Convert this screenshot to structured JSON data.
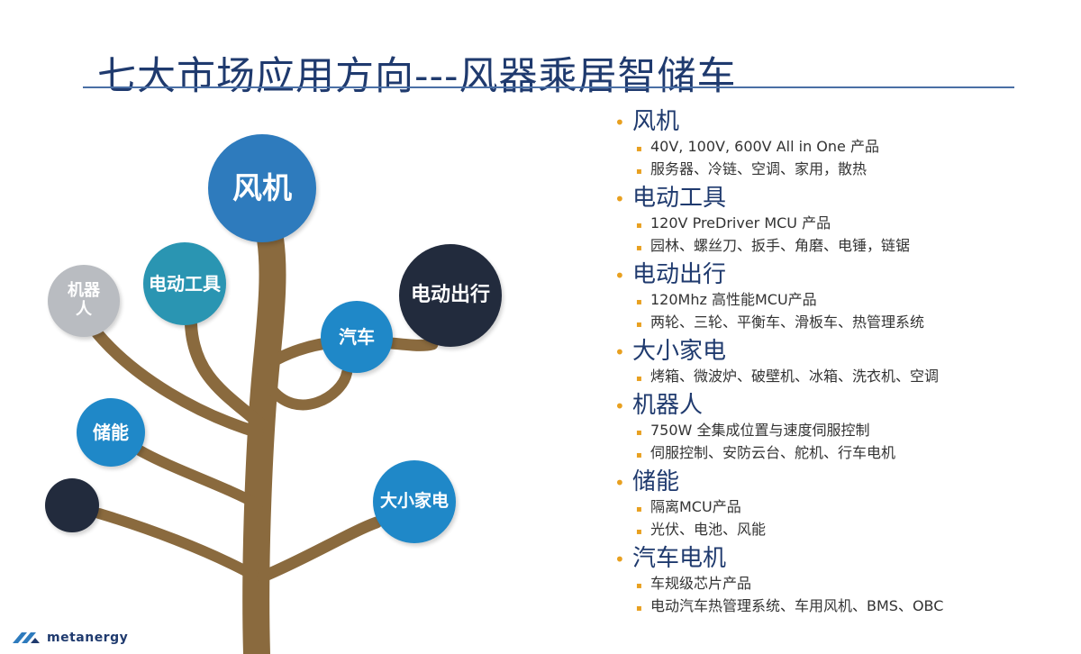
{
  "title": "七大市场应用方向---风器乘居智储车",
  "tree_nodes": [
    {
      "id": "fan",
      "label": "风机",
      "color": "#2e7bbd"
    },
    {
      "id": "tools",
      "label": "电动工具",
      "color": "#2a95b2"
    },
    {
      "id": "robot",
      "label": "机器人",
      "color": "#b9bcc1"
    },
    {
      "id": "mobility",
      "label": "电动出行",
      "color": "#222b3d"
    },
    {
      "id": "car",
      "label": "汽车",
      "color": "#1f88c8"
    },
    {
      "id": "storage",
      "label": "储能",
      "color": "#1f88c8"
    },
    {
      "id": "appliance",
      "label": "大小家电",
      "color": "#1f88c8"
    },
    {
      "id": "blank",
      "label": "",
      "color": "#222b3d"
    }
  ],
  "trunk_color": "#8a6a3e",
  "categories": [
    {
      "title": "风机",
      "items": [
        "40V, 100V, 600V All in One 产品",
        "服务器、冷链、空调、家用，散热"
      ]
    },
    {
      "title": "电动工具",
      "items": [
        "120V PreDriver MCU 产品",
        "园林、螺丝刀、扳手、角磨、电锤，链锯"
      ]
    },
    {
      "title": "电动出行",
      "items": [
        "120Mhz 高性能MCU产品",
        "两轮、三轮、平衡车、滑板车、热管理系统"
      ]
    },
    {
      "title": "大小家电",
      "items": [
        "烤箱、微波炉、破壁机、冰箱、洗衣机、空调"
      ]
    },
    {
      "title": "机器人",
      "items": [
        "750W 全集成位置与速度伺服控制",
        "伺服控制、安防云台、舵机、行车电机"
      ]
    },
    {
      "title": "储能",
      "items": [
        "隔离MCU产品",
        "光伏、电池、风能"
      ]
    },
    {
      "title": "汽车电机",
      "items": [
        "车规级芯片产品",
        "电动汽车热管理系统、车用风机、BMS、OBC"
      ]
    }
  ],
  "logo": {
    "text": "metanergy",
    "icon": "metanergy-logo-icon",
    "color": "#1f5aa8"
  }
}
